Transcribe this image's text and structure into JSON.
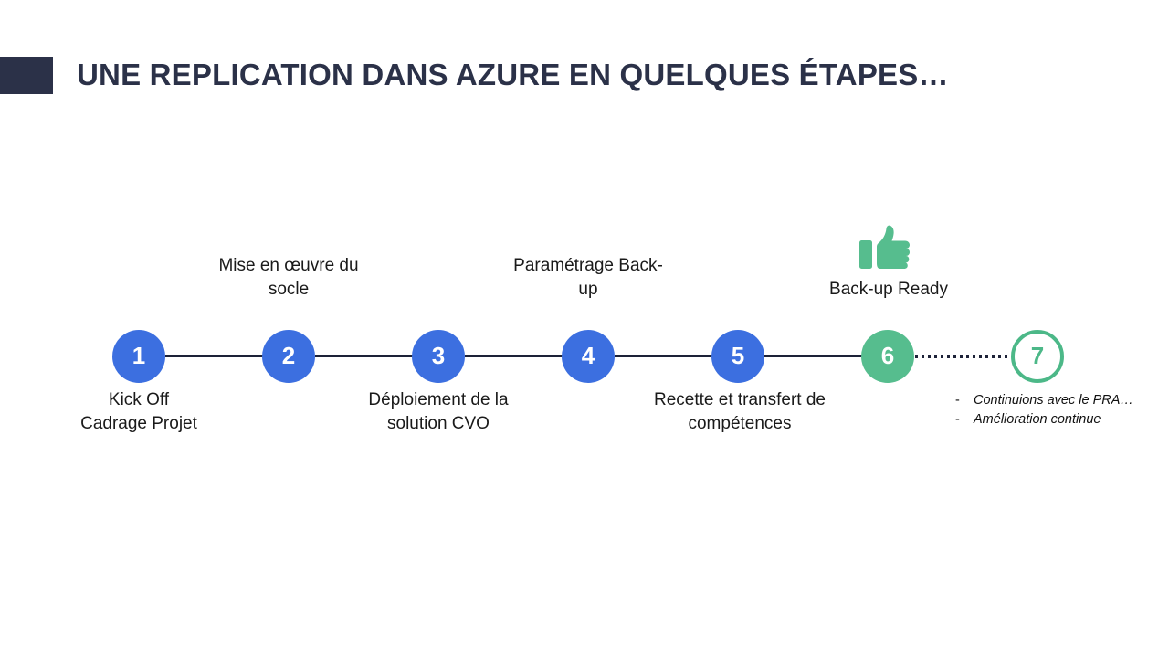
{
  "slide": {
    "title": "UNE REPLICATION DANS AZURE EN QUELQUES ÉTAPES…",
    "accent_color": "#2b3148",
    "background": "#ffffff"
  },
  "timeline": {
    "line_color": "#1d2238",
    "blue_color": "#3c6fe0",
    "green_color": "#56bd8e",
    "green_outline_color": "#4cb888",
    "steps": [
      {
        "number": "1",
        "label": "Kick Off\nCadrage Projet",
        "label_line1": "Kick Off",
        "label_line2": "Cadrage Projet",
        "position": "below",
        "style": "blue"
      },
      {
        "number": "2",
        "label": "Mise en œuvre du socle",
        "label_line1": "Mise en œuvre du",
        "label_line2": "socle",
        "position": "above",
        "style": "blue"
      },
      {
        "number": "3",
        "label": "Déploiement de la solution CVO",
        "label_line1": "Déploiement de la",
        "label_line2": "solution CVO",
        "position": "below",
        "style": "blue"
      },
      {
        "number": "4",
        "label": "Paramétrage Back-up",
        "label_line1": "Paramétrage Back-",
        "label_line2": "up",
        "position": "above",
        "style": "blue"
      },
      {
        "number": "5",
        "label": "Recette et transfert de compétences",
        "label_line1": "Recette et transfert de",
        "label_line2": "compétences",
        "position": "below",
        "style": "blue"
      },
      {
        "number": "6",
        "label": "Back-up Ready",
        "label_line1": "Back-up Ready",
        "label_line2": "",
        "position": "above",
        "style": "green-filled",
        "icon": "thumbs-up-icon"
      },
      {
        "number": "7",
        "label": "",
        "label_line1": "",
        "label_line2": "",
        "position": "below",
        "style": "green-outline"
      }
    ]
  },
  "final_notes": {
    "bullet": "-",
    "items": [
      "Continuions avec le PRA…",
      "Amélioration continue"
    ]
  }
}
